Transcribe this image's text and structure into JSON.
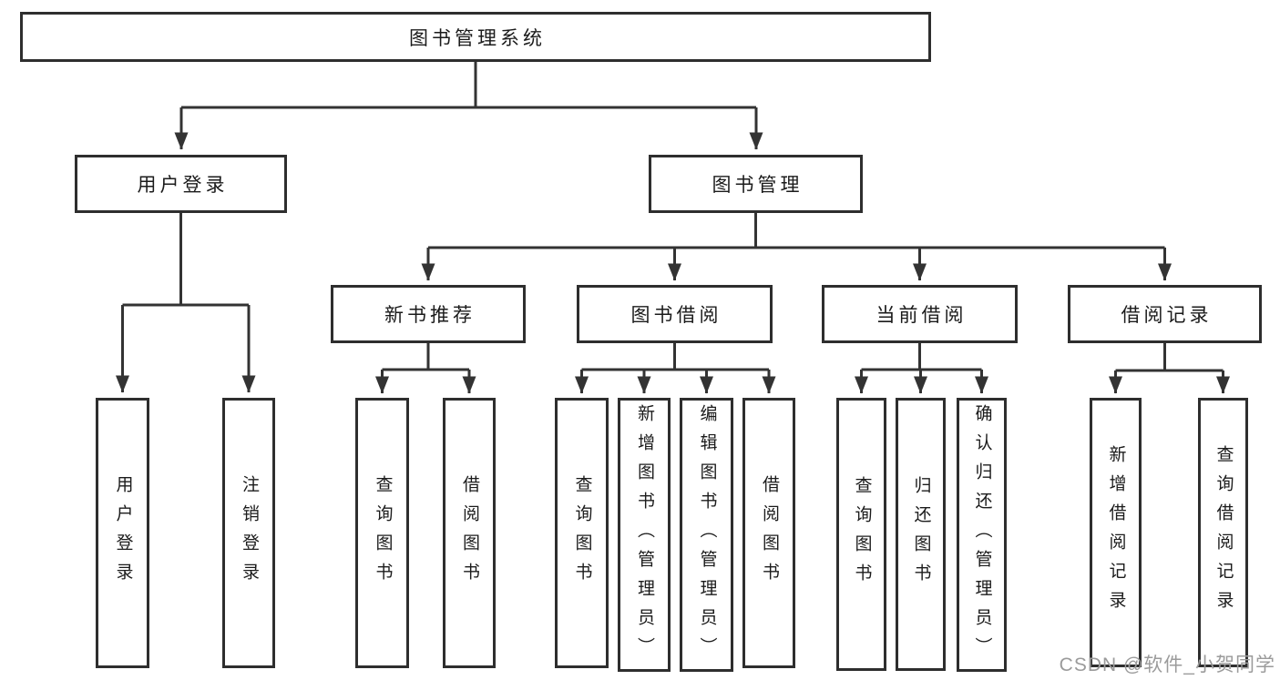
{
  "diagram": {
    "root": "图书管理系统",
    "user": {
      "label": "用户登录",
      "leaves": [
        "用户登录",
        "注销登录"
      ]
    },
    "book": {
      "label": "图书管理",
      "sections": [
        {
          "label": "新书推荐",
          "leaves": [
            "查询图书",
            "借阅图书"
          ]
        },
        {
          "label": "图书借阅",
          "leaves": [
            "查询图书",
            "新增图书（管理员）",
            "编辑图书（管理员）",
            "借阅图书"
          ]
        },
        {
          "label": "当前借阅",
          "leaves": [
            "查询图书",
            "归还图书",
            "确认归还（管理员）"
          ]
        },
        {
          "label": "借阅记录",
          "leaves": [
            "新增借阅记录",
            "查询借阅记录"
          ]
        }
      ]
    }
  },
  "watermark": "CSDN @软件_小贺同学",
  "colors": {
    "line": "#333333",
    "box_border": "#2e2e2e",
    "box_fill": "#ffffff",
    "text": "#1b1b1b",
    "watermark": "#9b9b9b",
    "background": "#ffffff"
  }
}
